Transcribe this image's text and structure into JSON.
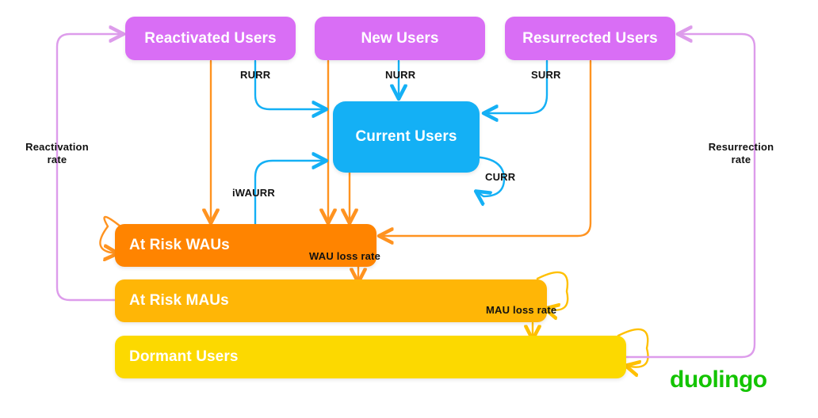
{
  "diagram": {
    "title": "Duolingo user lifecycle state diagram",
    "colors": {
      "purple": "#d96ef5",
      "blue": "#14b0f5",
      "orange": "#ff8400",
      "amber": "#ffb606",
      "yellow": "#fcd900",
      "brand_green": "#13c400",
      "label_text": "#111111"
    },
    "nodes": [
      {
        "id": "reactivated",
        "label": "Reactivated Users",
        "color": "purple"
      },
      {
        "id": "new",
        "label": "New Users",
        "color": "purple"
      },
      {
        "id": "resurrected",
        "label": "Resurrected Users",
        "color": "purple"
      },
      {
        "id": "current",
        "label": "Current Users",
        "color": "blue"
      },
      {
        "id": "at_risk_waus",
        "label": "At Risk WAUs",
        "color": "orange"
      },
      {
        "id": "at_risk_maus",
        "label": "At Risk MAUs",
        "color": "amber"
      },
      {
        "id": "dormant",
        "label": "Dormant Users",
        "color": "yellow"
      }
    ],
    "edge_labels": {
      "rurr": "RURR",
      "nurr": "NURR",
      "surr": "SURR",
      "curr": "CURR",
      "iwaurr": "iWAURR",
      "wau_loss_rate": "WAU loss rate",
      "mau_loss_rate": "MAU loss rate",
      "reactivation_rate_line1": "Reactivation",
      "reactivation_rate_line2": "rate",
      "resurrection_rate_line1": "Resurrection",
      "resurrection_rate_line2": "rate"
    },
    "brand": "duolingo"
  }
}
